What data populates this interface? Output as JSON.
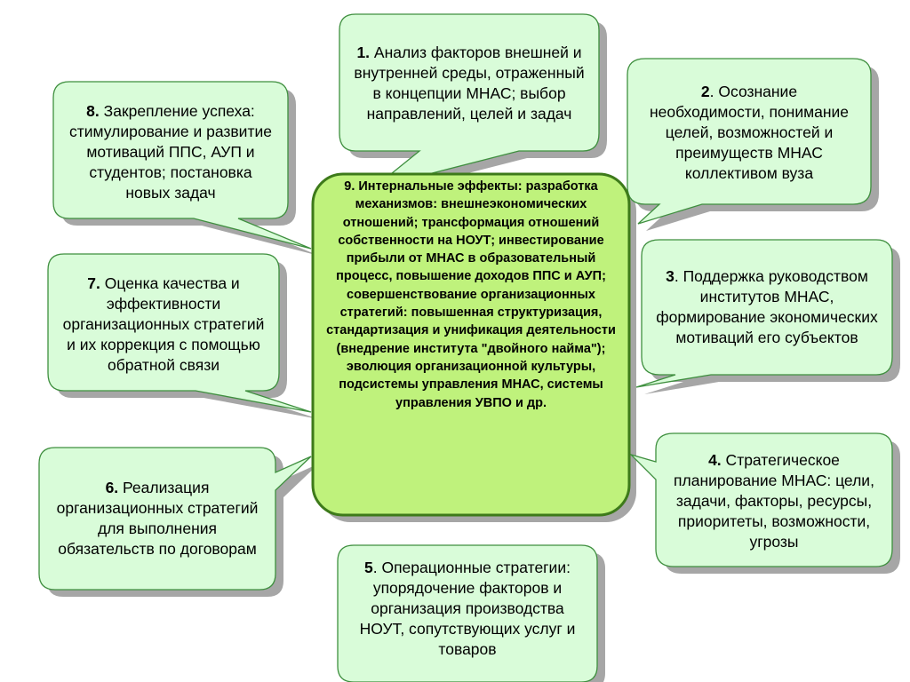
{
  "colors": {
    "callout_fill": "#d9fcd9",
    "callout_stroke": "#3f8f3f",
    "center_fill": "#bff27c",
    "center_stroke": "#3d7a1a",
    "shadow": "#a6a6a6"
  },
  "callouts": [
    {
      "num": "1.",
      "text": " Анализ факторов внешней и внутренней среды, отраженный в концепции МНАС; выбор направлений, целей и задач"
    },
    {
      "num": "2",
      "text": ". Осознание необходимости, понимание целей, возможностей и преимуществ МНАС коллективом вуза"
    },
    {
      "num": "3",
      "text": ". Поддержка руководством институтов МНАС, формирование экономических мотиваций его субъектов"
    },
    {
      "num": "4.",
      "text": " Стратегическое планирование МНАС: цели, задачи, факторы, ресурсы, приоритеты, возможности, угрозы"
    },
    {
      "num": "5",
      "text": ". Операционные стратегии: упорядочение факторов и организация производства  НОУТ, сопутствующих услуг и товаров"
    },
    {
      "num": "6.",
      "text": " Реализация организационных стратегий для выполнения обязательств по договорам"
    },
    {
      "num": "7.",
      "text": " Оценка качества и эффективности организационных стратегий и их коррекция с помощью обратной связи"
    },
    {
      "num": "8.",
      "text": " Закрепление успеха: стимулирование и развитие мотиваций ППС, АУП и студентов; постановка новых задач"
    }
  ],
  "center_text": "9. Интернальные эффекты: разработка механизмов: внешнеэкономических отношений; трансформация отношений собственности на НОУТ; инвестирование прибыли от МНАС в образовательный процесс, повышение доходов ППС и АУП; совершенствование организационных стратегий: повышенная структуризация, стандартизация и унификация деятельности\n(внедрение института \"двойного найма\"); эволюция организационной культуры, подсистемы управления МНАС, системы управления УВПО и др."
}
